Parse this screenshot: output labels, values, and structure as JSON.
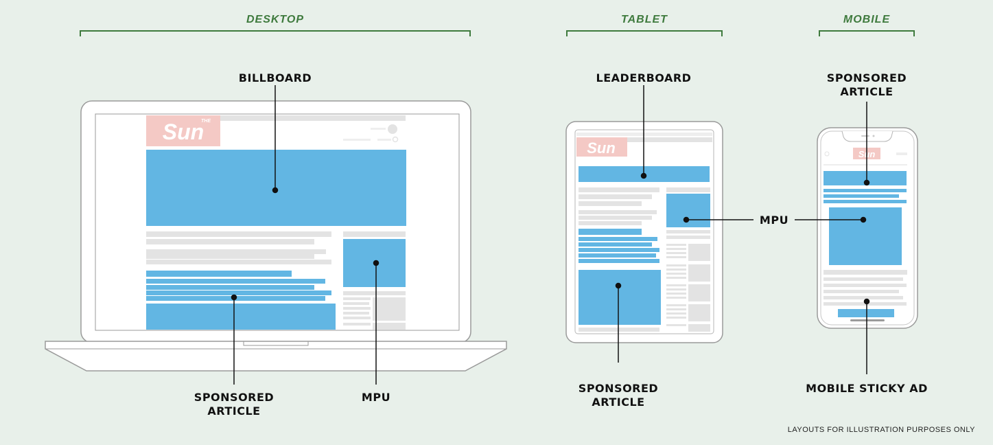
{
  "sections": {
    "desktop": "DESKTOP",
    "tablet": "TABLET",
    "mobile": "MOBILE"
  },
  "labels": {
    "billboard": "BILLBOARD",
    "desktop_sponsored_line1": "SPONSORED",
    "desktop_sponsored_line2": "ARTICLE",
    "desktop_mpu": "MPU",
    "leaderboard": "LEADERBOARD",
    "tablet_mpu": "MPU",
    "tablet_sponsored_line1": "SPONSORED",
    "tablet_sponsored_line2": "ARTICLE",
    "mobile_sponsored_line1": "SPONSORED",
    "mobile_sponsored_line2": "ARTICLE",
    "mobile_sticky_ad": "MOBILE STICKY AD"
  },
  "logo": {
    "text": "Sun",
    "small_text": "THE"
  },
  "footnote": "LAYOUTS FOR ILLUSTRATION PURPOSES ONLY",
  "colors": {
    "background": "#e8f0ea",
    "accent_green": "#3e7a3d",
    "ad_blue": "#62b6e3",
    "placeholder_gray": "#e3e3e3",
    "logo_red": "#f4c9c5"
  }
}
